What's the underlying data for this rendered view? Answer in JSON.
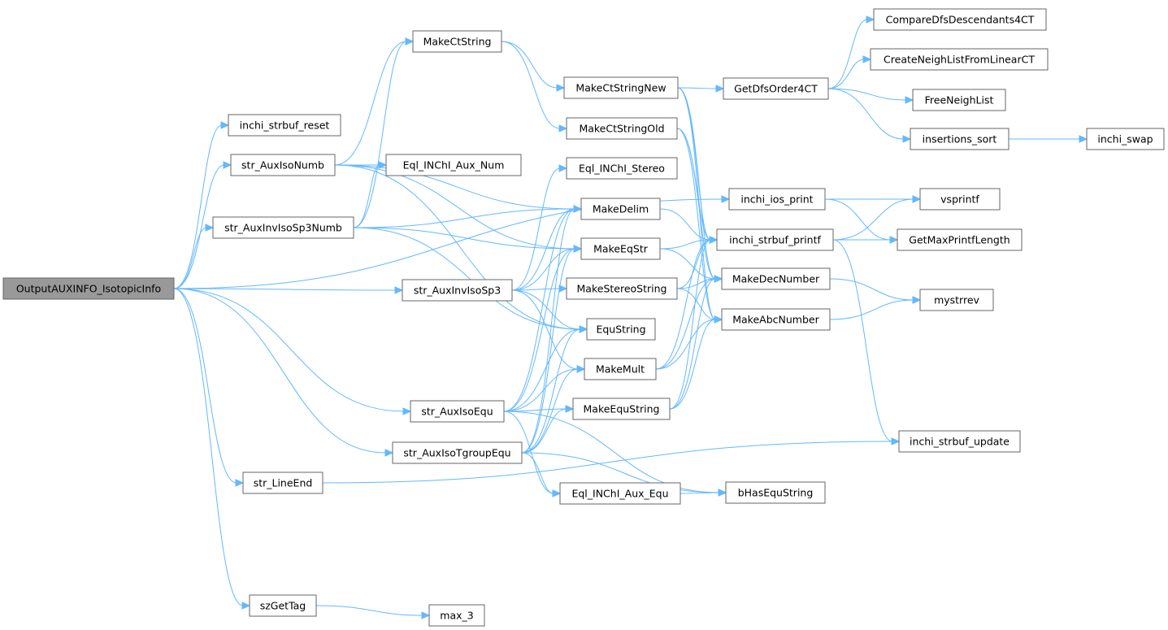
{
  "graph": {
    "root": "OutputAUXINFO_IsotopicInfo",
    "nodes": [
      {
        "id": "OutputAUXINFO_IsotopicInfo",
        "label": "OutputAUXINFO_IsotopicInfo"
      },
      {
        "id": "inchi_strbuf_reset",
        "label": "inchi_strbuf_reset"
      },
      {
        "id": "str_AuxIsoNumb",
        "label": "str_AuxIsoNumb"
      },
      {
        "id": "str_AuxInvIsoSp3Numb",
        "label": "str_AuxInvIsoSp3Numb"
      },
      {
        "id": "str_AuxInvIsoSp3",
        "label": "str_AuxInvIsoSp3"
      },
      {
        "id": "str_AuxIsoEqu",
        "label": "str_AuxIsoEqu"
      },
      {
        "id": "str_AuxIsoTgroupEqu",
        "label": "str_AuxIsoTgroupEqu"
      },
      {
        "id": "str_LineEnd",
        "label": "str_LineEnd"
      },
      {
        "id": "szGetTag",
        "label": "szGetTag"
      },
      {
        "id": "MakeCtString",
        "label": "MakeCtString"
      },
      {
        "id": "Eql_INChI_Aux_Num",
        "label": "Eql_INChI_Aux_Num"
      },
      {
        "id": "max_3",
        "label": "max_3"
      },
      {
        "id": "MakeCtStringNew",
        "label": "MakeCtStringNew"
      },
      {
        "id": "MakeCtStringOld",
        "label": "MakeCtStringOld"
      },
      {
        "id": "Eql_INChI_Stereo",
        "label": "Eql_INChI_Stereo"
      },
      {
        "id": "MakeDelim",
        "label": "MakeDelim"
      },
      {
        "id": "MakeEqStr",
        "label": "MakeEqStr"
      },
      {
        "id": "MakeStereoString",
        "label": "MakeStereoString"
      },
      {
        "id": "EquString",
        "label": "EquString"
      },
      {
        "id": "MakeMult",
        "label": "MakeMult"
      },
      {
        "id": "MakeEquString",
        "label": "MakeEquString"
      },
      {
        "id": "Eql_INChI_Aux_Equ",
        "label": "Eql_INChI_Aux_Equ"
      },
      {
        "id": "GetDfsOrder4CT",
        "label": "GetDfsOrder4CT"
      },
      {
        "id": "inchi_ios_print",
        "label": "inchi_ios_print"
      },
      {
        "id": "inchi_strbuf_printf",
        "label": "inchi_strbuf_printf"
      },
      {
        "id": "MakeDecNumber",
        "label": "MakeDecNumber"
      },
      {
        "id": "MakeAbcNumber",
        "label": "MakeAbcNumber"
      },
      {
        "id": "bHasEquString",
        "label": "bHasEquString"
      },
      {
        "id": "CompareDfsDescendants4CT",
        "label": "CompareDfsDescendants4CT"
      },
      {
        "id": "CreateNeighListFromLinearCT",
        "label": "CreateNeighListFromLinearCT"
      },
      {
        "id": "FreeNeighList",
        "label": "FreeNeighList"
      },
      {
        "id": "insertions_sort",
        "label": "insertions_sort"
      },
      {
        "id": "inchi_swap",
        "label": "inchi_swap"
      },
      {
        "id": "vsprintf",
        "label": "vsprintf"
      },
      {
        "id": "GetMaxPrintfLength",
        "label": "GetMaxPrintfLength"
      },
      {
        "id": "mystrrev",
        "label": "mystrrev"
      },
      {
        "id": "inchi_strbuf_update",
        "label": "inchi_strbuf_update"
      }
    ],
    "edges": [
      [
        "OutputAUXINFO_IsotopicInfo",
        "inchi_strbuf_reset"
      ],
      [
        "OutputAUXINFO_IsotopicInfo",
        "str_AuxIsoNumb"
      ],
      [
        "OutputAUXINFO_IsotopicInfo",
        "str_AuxInvIsoSp3Numb"
      ],
      [
        "OutputAUXINFO_IsotopicInfo",
        "str_AuxInvIsoSp3"
      ],
      [
        "OutputAUXINFO_IsotopicInfo",
        "str_AuxIsoEqu"
      ],
      [
        "OutputAUXINFO_IsotopicInfo",
        "str_AuxIsoTgroupEqu"
      ],
      [
        "OutputAUXINFO_IsotopicInfo",
        "str_LineEnd"
      ],
      [
        "OutputAUXINFO_IsotopicInfo",
        "szGetTag"
      ],
      [
        "OutputAUXINFO_IsotopicInfo",
        "inchi_ios_print"
      ],
      [
        "str_AuxIsoNumb",
        "MakeCtString"
      ],
      [
        "str_AuxIsoNumb",
        "Eql_INChI_Aux_Num"
      ],
      [
        "str_AuxIsoNumb",
        "MakeDelim"
      ],
      [
        "str_AuxIsoNumb",
        "MakeEqStr"
      ],
      [
        "str_AuxIsoNumb",
        "EquString"
      ],
      [
        "str_AuxInvIsoSp3Numb",
        "MakeCtString"
      ],
      [
        "str_AuxInvIsoSp3Numb",
        "Eql_INChI_Aux_Num"
      ],
      [
        "str_AuxInvIsoSp3Numb",
        "MakeDelim"
      ],
      [
        "str_AuxInvIsoSp3Numb",
        "MakeEqStr"
      ],
      [
        "str_AuxInvIsoSp3Numb",
        "EquString"
      ],
      [
        "str_AuxInvIsoSp3",
        "Eql_INChI_Stereo"
      ],
      [
        "str_AuxInvIsoSp3",
        "MakeDelim"
      ],
      [
        "str_AuxInvIsoSp3",
        "MakeEqStr"
      ],
      [
        "str_AuxInvIsoSp3",
        "MakeStereoString"
      ],
      [
        "str_AuxInvIsoSp3",
        "EquString"
      ],
      [
        "str_AuxInvIsoSp3",
        "MakeMult"
      ],
      [
        "str_AuxIsoEqu",
        "MakeDelim"
      ],
      [
        "str_AuxIsoEqu",
        "MakeEqStr"
      ],
      [
        "str_AuxIsoEqu",
        "EquString"
      ],
      [
        "str_AuxIsoEqu",
        "MakeMult"
      ],
      [
        "str_AuxIsoEqu",
        "MakeEquString"
      ],
      [
        "str_AuxIsoEqu",
        "Eql_INChI_Aux_Equ"
      ],
      [
        "str_AuxIsoEqu",
        "bHasEquString"
      ],
      [
        "str_AuxIsoTgroupEqu",
        "MakeDelim"
      ],
      [
        "str_AuxIsoTgroupEqu",
        "MakeEqStr"
      ],
      [
        "str_AuxIsoTgroupEqu",
        "EquString"
      ],
      [
        "str_AuxIsoTgroupEqu",
        "MakeMult"
      ],
      [
        "str_AuxIsoTgroupEqu",
        "MakeEquString"
      ],
      [
        "str_AuxIsoTgroupEqu",
        "Eql_INChI_Aux_Equ"
      ],
      [
        "str_AuxIsoTgroupEqu",
        "bHasEquString"
      ],
      [
        "str_LineEnd",
        "inchi_strbuf_update"
      ],
      [
        "szGetTag",
        "max_3"
      ],
      [
        "MakeCtString",
        "MakeCtStringNew"
      ],
      [
        "MakeCtString",
        "MakeCtStringOld"
      ],
      [
        "MakeCtStringNew",
        "GetDfsOrder4CT"
      ],
      [
        "MakeCtStringNew",
        "inchi_strbuf_printf"
      ],
      [
        "MakeCtStringNew",
        "MakeDecNumber"
      ],
      [
        "MakeCtStringNew",
        "MakeAbcNumber"
      ],
      [
        "MakeCtStringOld",
        "inchi_strbuf_printf"
      ],
      [
        "MakeCtStringOld",
        "MakeDecNumber"
      ],
      [
        "MakeCtStringOld",
        "MakeAbcNumber"
      ],
      [
        "MakeDelim",
        "inchi_strbuf_printf"
      ],
      [
        "MakeEqStr",
        "inchi_strbuf_printf"
      ],
      [
        "MakeEqStr",
        "MakeDecNumber"
      ],
      [
        "MakeStereoString",
        "MakeDecNumber"
      ],
      [
        "MakeStereoString",
        "MakeAbcNumber"
      ],
      [
        "MakeStereoString",
        "inchi_strbuf_printf"
      ],
      [
        "MakeMult",
        "inchi_strbuf_printf"
      ],
      [
        "MakeMult",
        "MakeDecNumber"
      ],
      [
        "MakeMult",
        "MakeAbcNumber"
      ],
      [
        "MakeEquString",
        "inchi_strbuf_printf"
      ],
      [
        "MakeEquString",
        "MakeDecNumber"
      ],
      [
        "MakeEquString",
        "MakeAbcNumber"
      ],
      [
        "Eql_INChI_Aux_Equ",
        "bHasEquString"
      ],
      [
        "GetDfsOrder4CT",
        "CompareDfsDescendants4CT"
      ],
      [
        "GetDfsOrder4CT",
        "CreateNeighListFromLinearCT"
      ],
      [
        "GetDfsOrder4CT",
        "FreeNeighList"
      ],
      [
        "GetDfsOrder4CT",
        "insertions_sort"
      ],
      [
        "insertions_sort",
        "inchi_swap"
      ],
      [
        "inchi_ios_print",
        "vsprintf"
      ],
      [
        "inchi_ios_print",
        "GetMaxPrintfLength"
      ],
      [
        "inchi_strbuf_printf",
        "vsprintf"
      ],
      [
        "inchi_strbuf_printf",
        "GetMaxPrintfLength"
      ],
      [
        "inchi_strbuf_printf",
        "inchi_strbuf_update"
      ],
      [
        "MakeDecNumber",
        "mystrrev"
      ],
      [
        "MakeAbcNumber",
        "mystrrev"
      ]
    ]
  }
}
